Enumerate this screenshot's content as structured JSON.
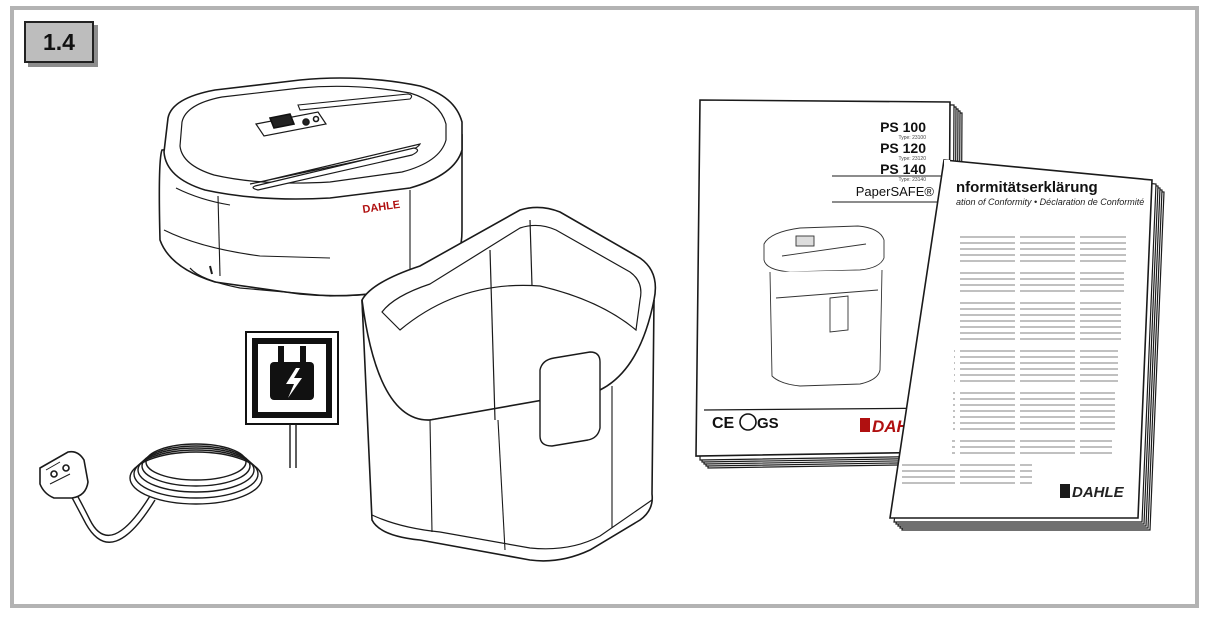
{
  "figure": {
    "number": "1.4"
  },
  "shredder": {
    "brand": "DAHLE"
  },
  "manual": {
    "models": [
      {
        "name": "PS 100",
        "type": "Type: 23100"
      },
      {
        "name": "PS 120",
        "type": "Type: 23120"
      },
      {
        "name": "PS 140",
        "type": "Type: 23140"
      }
    ],
    "product_name": "PaperSAFE®",
    "marks": [
      "CE",
      "GS"
    ],
    "brand": "DAHLE"
  },
  "declaration": {
    "title": "nformitätserklärung",
    "subtitle": "ation of Conformity • Déclaration de Conformité",
    "brand": "DAHLE"
  },
  "plug_sign": {
    "icon": "power-plug-icon"
  }
}
